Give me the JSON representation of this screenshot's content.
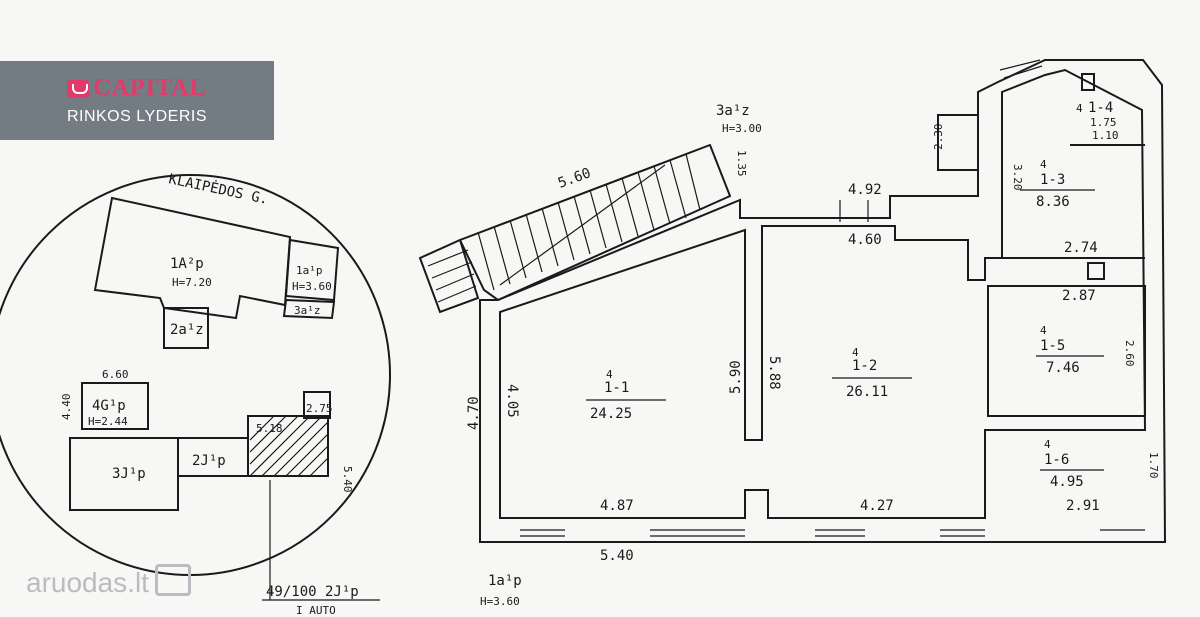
{
  "badge": {
    "logo_text": "CAPITAL",
    "tagline": "RINKOS LYDERIS",
    "brand_color": "#e23b6b",
    "panel_color": "#737b83"
  },
  "watermark": {
    "text": "aruodas.lt"
  },
  "site_plan": {
    "street": "KLAIPĖDOS G.",
    "main_building": "1A²p",
    "main_height": "H=7.20",
    "annex": "1a¹p",
    "annex_height": "H=3.60",
    "small_annex": "3a¹z",
    "shed": "2a¹z",
    "garage": "4G¹p",
    "garage_width": "6.60",
    "garage_depth": "4.40",
    "garage_height": "H=2.44",
    "block_a": "3J¹p",
    "block_b": "2J¹p",
    "dim_518": "5.18",
    "dim_275": "2.75",
    "dim_540": "5.40",
    "share_note": "49/100 2J¹p",
    "bottom_note": "I AUTO"
  },
  "floor_plan": {
    "stair_label": "3a¹z",
    "stair_height": "H=3.00",
    "annex_label": "1a¹p",
    "annex_height": "H=3.60",
    "dims": {
      "stair_len": "5.60",
      "stair_small": "1.35",
      "top_mid": "4.92",
      "inner_mid": "4.60",
      "right_top": "2.30",
      "r3_side": "3.20",
      "r5_top": "2.74",
      "r5_inner": "2.87",
      "r5_side": "2.60",
      "r6_side": "1.70",
      "left_outer": "4.70",
      "left_inner": "4.05",
      "mid_left": "5.90",
      "mid_right": "5.88",
      "bottom_left": "4.87",
      "bottom_outer": "5.40",
      "bottom_mid": "4.27",
      "bottom_right": "2.91"
    },
    "rooms": [
      {
        "code": "4",
        "id": "1-1",
        "area": "24.25"
      },
      {
        "code": "4",
        "id": "1-2",
        "area": "26.11"
      },
      {
        "code": "4",
        "id": "1-3",
        "area": "8.36"
      },
      {
        "code": "4",
        "id": "1-4",
        "area": "1.75",
        "extra": "1.10"
      },
      {
        "code": "4",
        "id": "1-5",
        "area": "7.46"
      },
      {
        "code": "4",
        "id": "1-6",
        "area": "4.95"
      }
    ]
  }
}
